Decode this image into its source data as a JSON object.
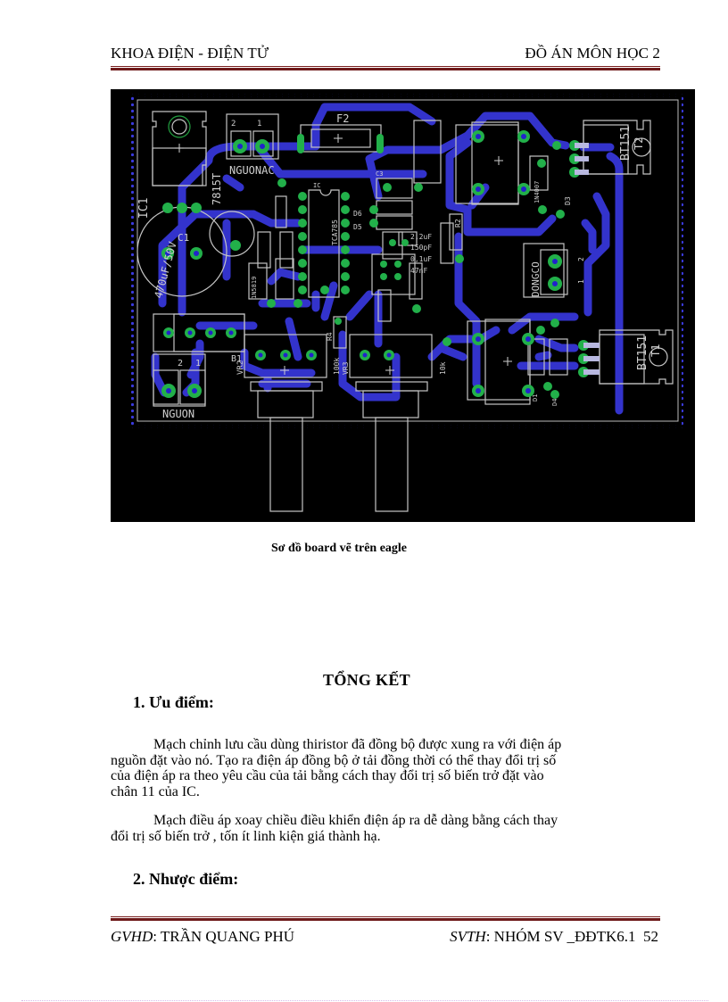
{
  "header": {
    "left": "KHOA ĐIỆN - ĐIỆN TỬ",
    "right": "ĐỒ ÁN MÔN HỌC 2",
    "rule_color": "#6e1a1a"
  },
  "figure": {
    "description": "PCB board layout rendered in EAGLE",
    "caption": "Sơ đồ board vẽ trên eagle",
    "colors": {
      "background": "#000000",
      "trace": "#3030d0",
      "pad": "#22b04a",
      "silkscreen": "#c8c8c8"
    },
    "labels": {
      "f2": "F2",
      "nguonac": "NGUONAC",
      "nguon": "NGUON",
      "dongco": "DONGCO",
      "ic1": "IC1",
      "reg": "7815T",
      "c1": "C1",
      "c1_value": "470uF/50V",
      "ic": "IC",
      "ic_part": "TCA785",
      "b1": "B1",
      "vr2": "VR2",
      "vr3": "VR3",
      "vr_value": "100k",
      "r_value": "10k",
      "t1": "T1",
      "t2": "T2",
      "triac1": "BT151",
      "triac2": "BT151",
      "d1": "D1",
      "d3": "D3",
      "d4": "D4",
      "d5": "D5",
      "d6": "D6",
      "diode_part": "1N4007",
      "diode_part2": "1N5819",
      "r4": "R4",
      "r2": "R2",
      "c3": "C3",
      "cap_a": "2,2uF",
      "cap_b": "150pF",
      "cap_c": "0,1uF",
      "cap_d": "47nF",
      "pin1": "1",
      "pin2": "2"
    }
  },
  "summary": {
    "title": "TỔNG KẾT",
    "sections": [
      {
        "heading": "1. Ưu điểm:",
        "paragraphs": [
          {
            "lines": [
              "Mạch chỉnh lưu cầu dùng thiristor  đã đồng bộ được xung ra với điện áp",
              "nguồn đặt vào nó. Tạo ra điện áp đồng bộ ở tải đồng thời có thể thay đổi trị số",
              "của điện áp ra theo yêu cầu của tải  bằng cách thay đổi trị số biến trở đặt vào",
              "chân 11 của IC."
            ]
          },
          {
            "lines": [
              "Mạch điều áp xoay chiều điều khiển điện áp ra dễ dàng bằng cách thay",
              "đổi trị số biến trở , tốn ít linh kiện giá thành hạ."
            ]
          }
        ]
      },
      {
        "heading": "2. Nhược điểm:",
        "paragraphs": []
      }
    ]
  },
  "footer": {
    "left_label": "GVHD",
    "left_value": ": TRẦN QUANG PHÚ",
    "right_label": "SVTH",
    "right_value": ": NHÓM SV _ĐĐTK6.1",
    "page_number": "52"
  }
}
